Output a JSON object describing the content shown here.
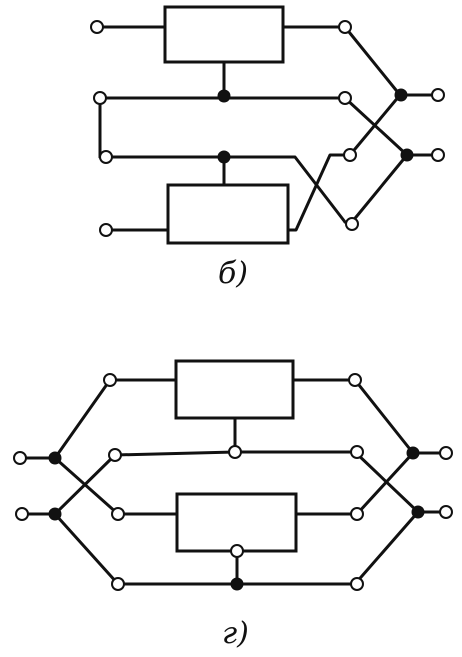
{
  "diagrams": [
    {
      "id": "b",
      "caption": "б)"
    },
    {
      "id": "g",
      "caption": "г)"
    }
  ],
  "colors": {
    "ink": "#111111",
    "paper": "#ffffff"
  }
}
